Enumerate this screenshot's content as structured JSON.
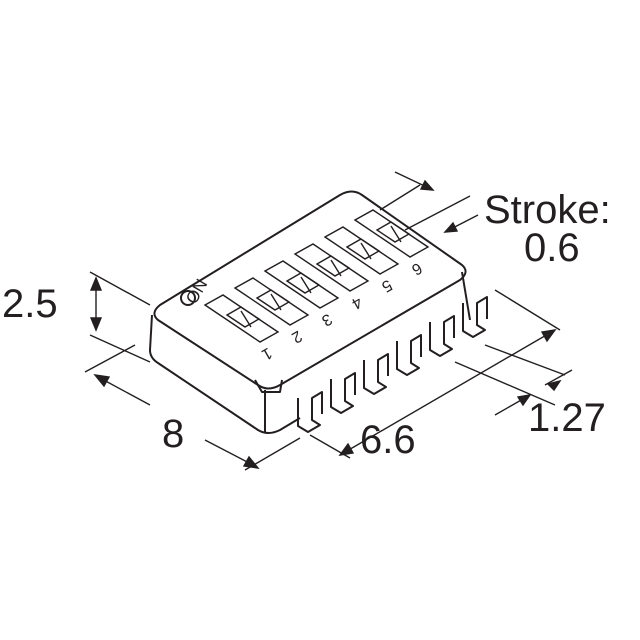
{
  "dimensions": {
    "stroke_label": "Stroke:",
    "stroke_value": "0.6",
    "height": "2.5",
    "length": "8",
    "width": "6.6",
    "pitch": "1.27"
  },
  "switch": {
    "on_label": "ON",
    "positions": [
      "1",
      "2",
      "3",
      "4",
      "5",
      "6"
    ]
  }
}
